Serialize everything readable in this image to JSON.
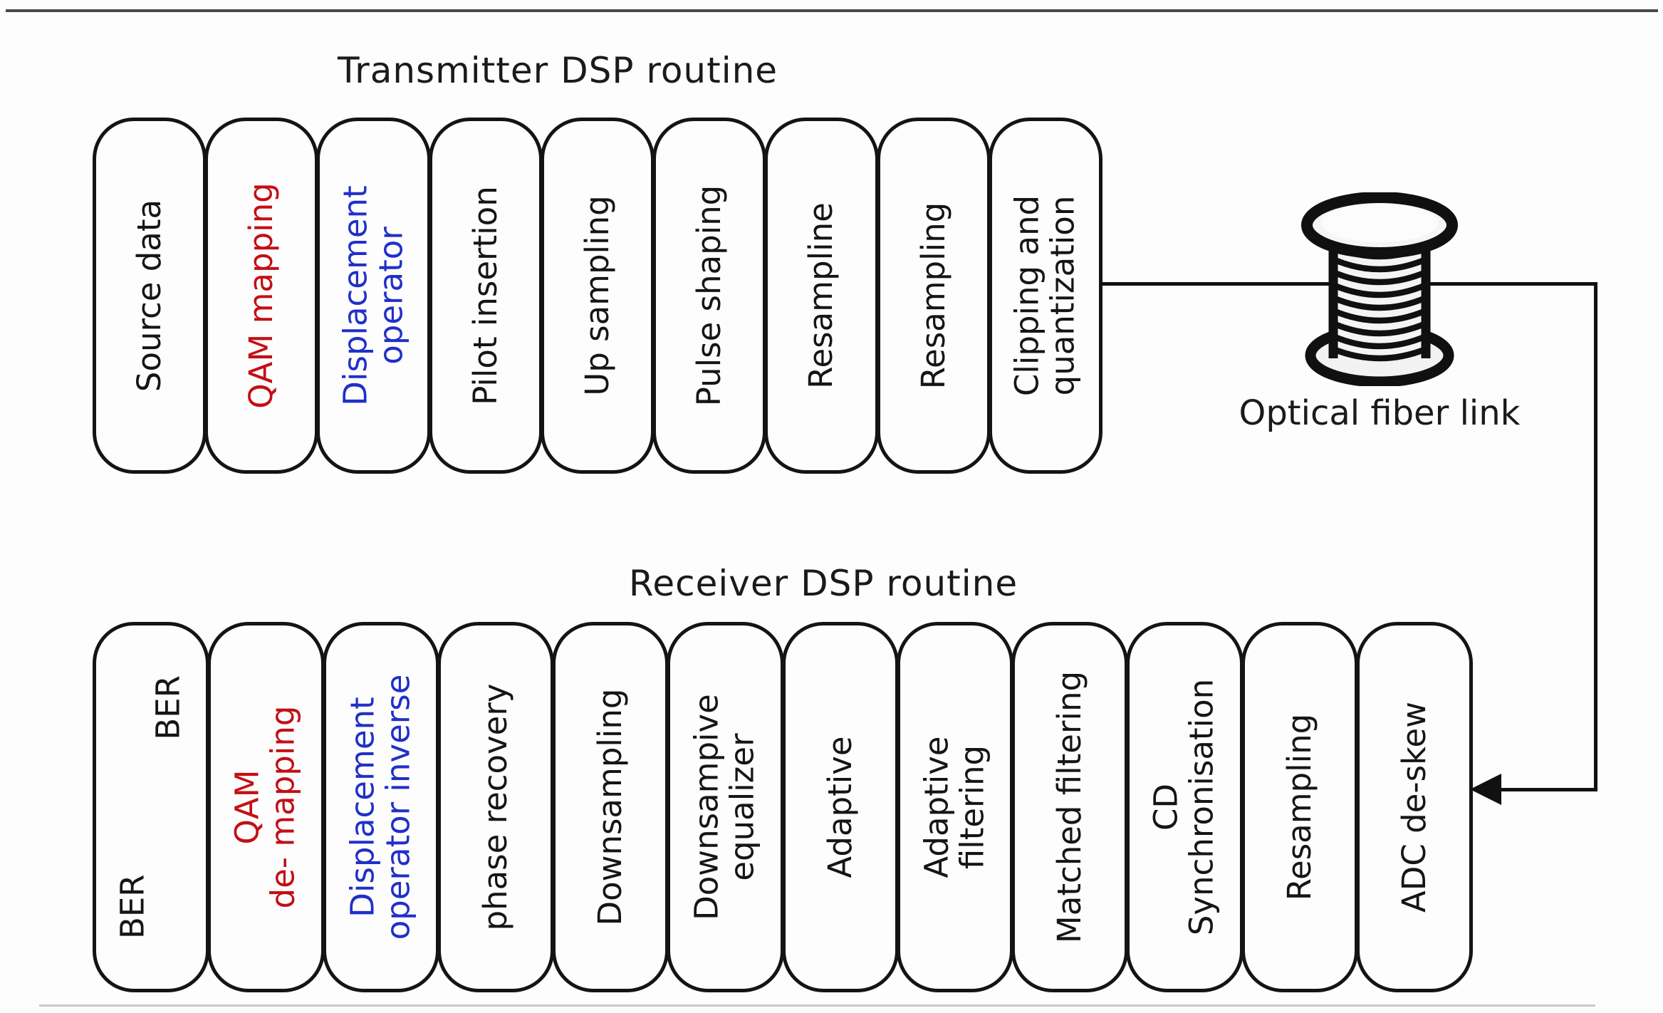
{
  "colors": {
    "default": "#151515",
    "red": "#c30f15",
    "blue": "#2030c8",
    "line": "#111111"
  },
  "transmitter": {
    "title": "Transmitter DSP routine",
    "boxes": [
      {
        "lines": [
          "Source data"
        ],
        "color": "default"
      },
      {
        "lines": [
          "QAM mapping"
        ],
        "color": "red"
      },
      {
        "lines": [
          "Displacement",
          "operator"
        ],
        "color": "blue"
      },
      {
        "lines": [
          "Pilot insertion"
        ],
        "color": "default"
      },
      {
        "lines": [
          "Up sampling"
        ],
        "color": "default"
      },
      {
        "lines": [
          "Pulse shaping"
        ],
        "color": "default"
      },
      {
        "lines": [
          "Resampline"
        ],
        "color": "default"
      },
      {
        "lines": [
          "Resampling"
        ],
        "color": "default"
      },
      {
        "lines": [
          "Clipping and",
          "quantization"
        ],
        "color": "default"
      }
    ]
  },
  "receiver": {
    "title": "Receiver DSP routine",
    "boxes": [
      {
        "lines": [
          "BER",
          "BER"
        ],
        "color": "default",
        "offset": true
      },
      {
        "lines": [
          "QAM",
          "de- mapping"
        ],
        "color": "red"
      },
      {
        "lines": [
          "Displacement",
          "operator inverse"
        ],
        "color": "blue"
      },
      {
        "lines": [
          "phase recovery"
        ],
        "color": "default"
      },
      {
        "lines": [
          "Downsampling"
        ],
        "color": "default"
      },
      {
        "lines": [
          "Downsampive",
          "equalizer"
        ],
        "color": "default"
      },
      {
        "lines": [
          "Adaptive"
        ],
        "color": "default"
      },
      {
        "lines": [
          "Adaptive",
          "filtering"
        ],
        "color": "default"
      },
      {
        "lines": [
          "Matched filtering"
        ],
        "color": "default"
      },
      {
        "lines": [
          "CD",
          "Synchronisation"
        ],
        "color": "default"
      },
      {
        "lines": [
          "Resampling"
        ],
        "color": "default"
      },
      {
        "lines": [
          "ADC de-skew"
        ],
        "color": "default"
      }
    ]
  },
  "fiber": {
    "label": "Optical fiber link",
    "icon": "fiber-spool-icon"
  }
}
